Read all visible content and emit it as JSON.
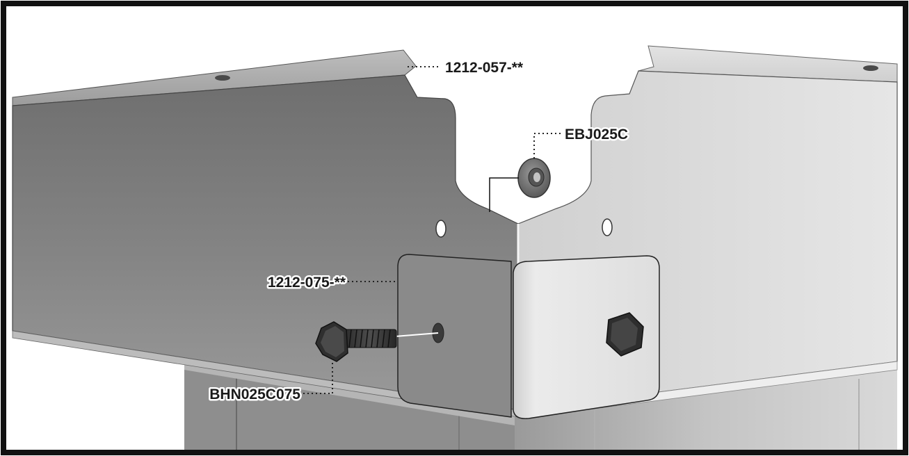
{
  "diagram": {
    "part_labels": {
      "top_rail": "1212-057-**",
      "flange_nut": "EBJ025C",
      "corner_bracket": "1212-075-**",
      "hex_bolt": "BHN025C075"
    }
  }
}
